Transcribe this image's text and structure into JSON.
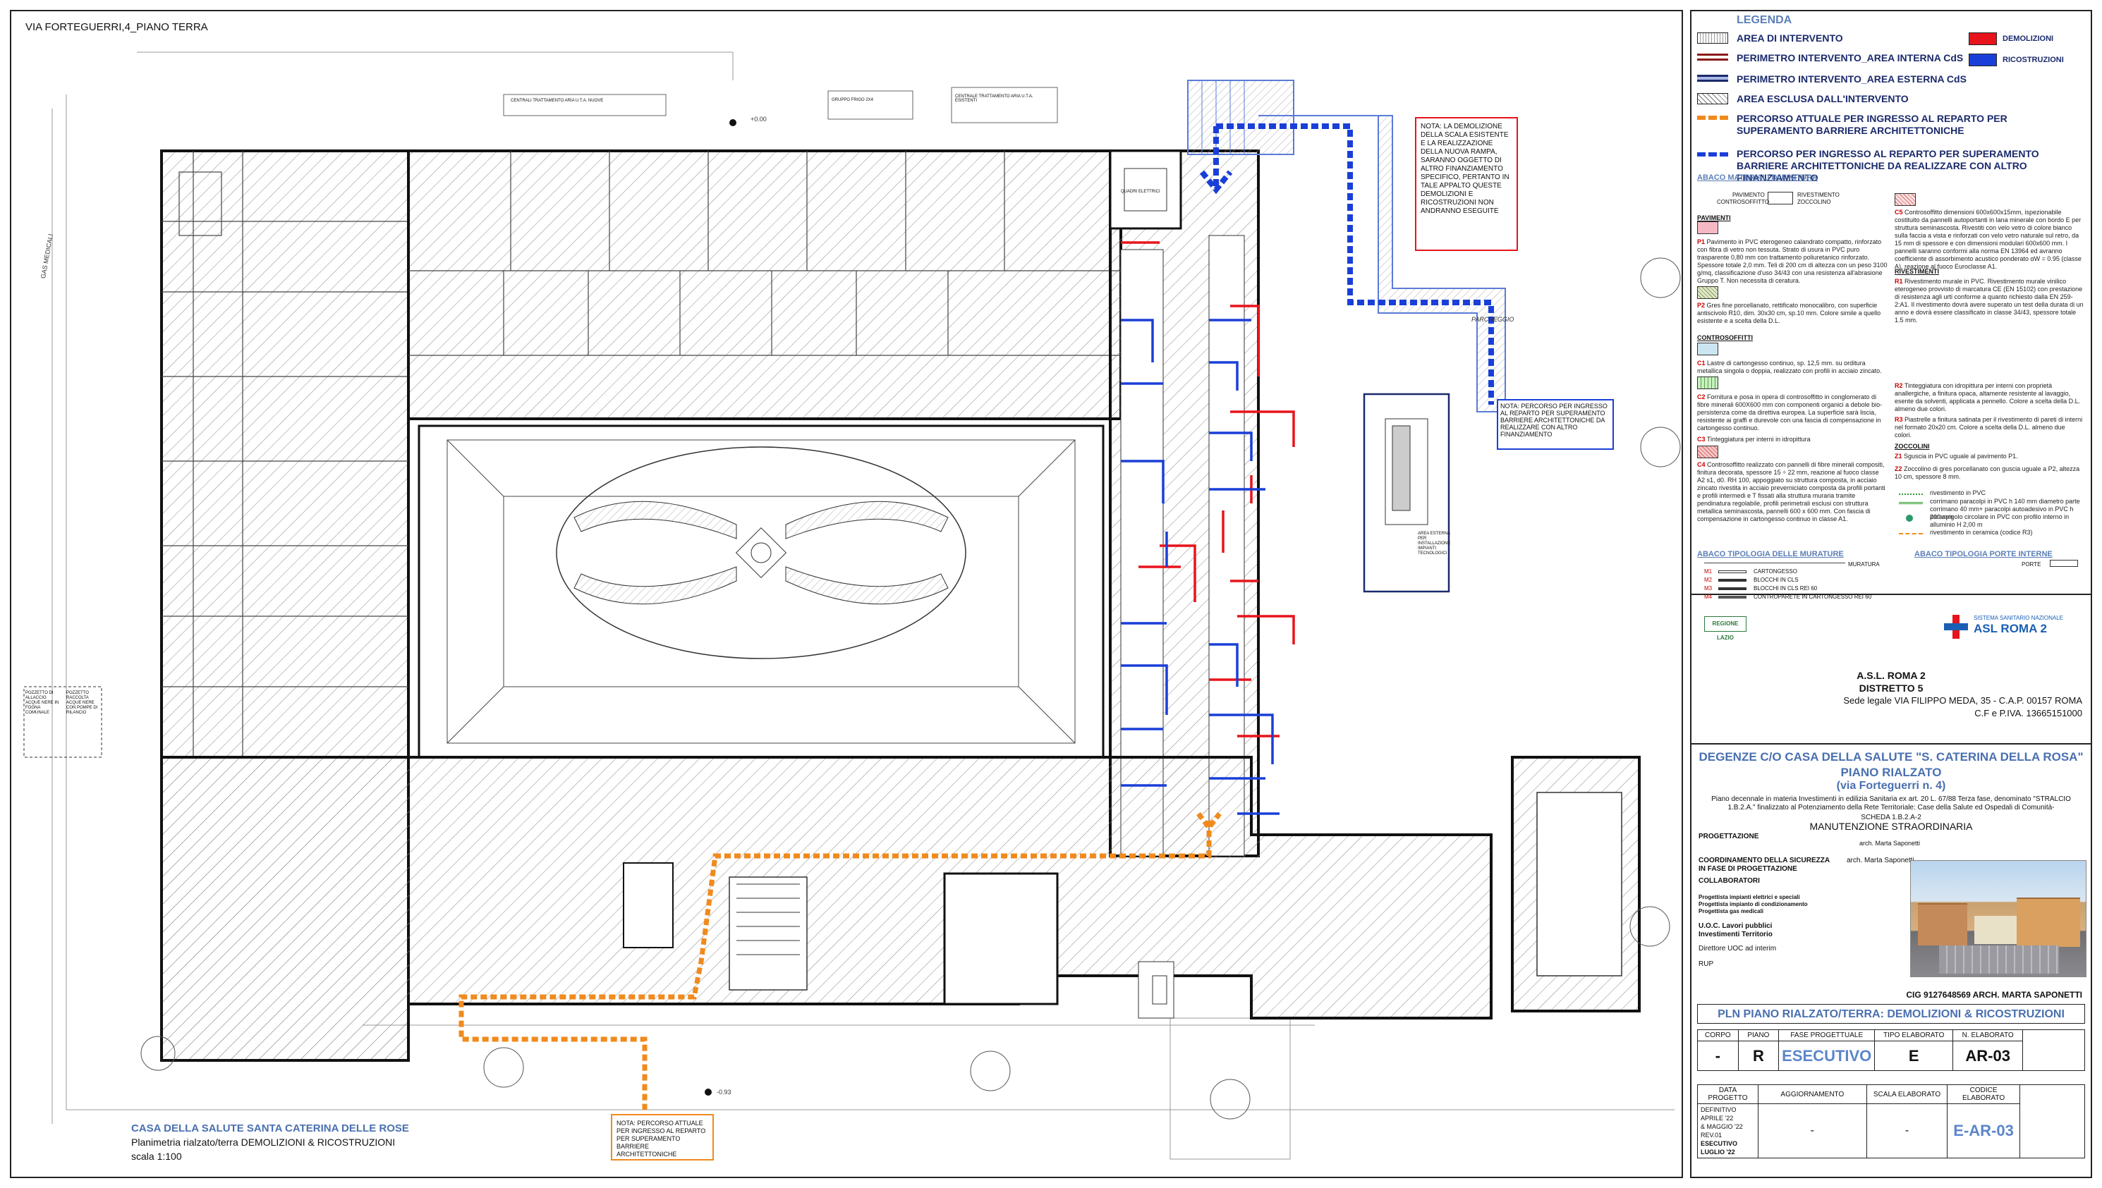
{
  "header": {
    "address_label": "VIA FORTEGUERRI,4_PIANO TERRA"
  },
  "plan": {
    "elevation_top": "+0.00",
    "elevation_bottom": "-0.93",
    "label_gas": "GAS MEDICALI",
    "label_parcheggio": "PARCHEGGIO",
    "label_area_tech": "AREA ESTERNA PER INSTALLAZIONE IMPIANTI TECNOLOGICI",
    "label_pozzetto_1": "POZZETTO DI ALLACCIO ACQUE NERE IN FOGNA COMUNALE",
    "label_pozzetto_2": "POZZETTO RACCOLTA ACQUE NERE CON POMPE DI RILANCIO",
    "label_centrali": "CENTRALI TRATTAMENTO ARIA U.T.A. NUOVE",
    "label_gruppo_frigo": "GRUPPO FRIGO 2X4",
    "label_centrale_aria": "CENTRALE TRATTAMENTO ARIA U.T.A. ESISTENTI",
    "label_quadri": "QUADRI ELETTRICI",
    "note_red": "NOTA: LA DEMOLIZIONE DELLA SCALA ESISTENTE E LA REALIZZAZIONE DELLA NUOVA RAMPA, SARANNO OGGETTO DI ALTRO FINANZIAMENTO SPECIFICO, PERTANTO IN TALE APPALTO QUESTE DEMOLIZIONI E RICOSTRUZIONI NON ANDRANNO ESEGUITE",
    "note_blue": "NOTA: PERCORSO PER INGRESSO AL REPARTO PER SUPERAMENTO BARRIERE ARCHITETTONICHE DA REALIZZARE CON ALTRO FINANZIAMENTO",
    "note_orange": "NOTA: PERCORSO ATTUALE PER INGRESSO AL REPARTO PER SUPERAMENTO BARRIERE ARCHITETTONICHE",
    "caption_title": "CASA DELLA SALUTE SANTA CATERINA DELLE ROSE",
    "caption_sub": "Planimetria rialzato/terra DEMOLIZIONI & RICOSTRUZIONI",
    "caption_scale": "scala 1:100"
  },
  "legend": {
    "title": "LEGENDA",
    "items": [
      {
        "label": "AREA DI INTERVENTO"
      },
      {
        "label": "PERIMETRO INTERVENTO_AREA INTERNA  CdS"
      },
      {
        "label": "PERIMETRO INTERVENTO_AREA ESTERNA CdS"
      },
      {
        "label": "AREA ESCLUSA DALL'INTERVENTO"
      },
      {
        "label": "PERCORSO ATTUALE PER INGRESSO AL REPARTO PER SUPERAMENTO BARRIERE ARCHITETTONICHE"
      },
      {
        "label": "PERCORSO PER INGRESSO AL REPARTO PER SUPERAMENTO BARRIERE ARCHITETTONICHE DA REALIZZARE CON ALTRO FINANZIAMENTO"
      }
    ],
    "demolizioni": "DEMOLIZIONI",
    "ricostruzioni": "RICOSTRUZIONI",
    "colors": {
      "red": "#e8141b",
      "blue": "#1a3fd8",
      "orange": "#f08a1c",
      "navy": "#1b2a6b"
    },
    "abaco_finitura": "ABACO MATERIALI DI FINITURA",
    "pavimento": "PAVIMENTO",
    "controsoffitto": "CONTROSOFFITTO",
    "rivestimento": "RIVESTIMENTO",
    "zoccolino": "ZOCCOLINO",
    "pavimenti_head": "PAVIMENTI",
    "p1_text": "Pavimento in PVC eterogeneo calandrato compatto, rinforzato con fibra di vetro non tessuta. Strato di usura in PVC puro trasparente 0,80 mm con trattamento poliuretanico rinforzato. Spessore totale 2,0 mm. Teli di 200 cm di altezza con un peso 3100 g/mq, classificazione d'uso 34/43 con una resistenza all'abrasione Gruppo T. Non necessita di ceratura.",
    "p2_text": "Gres fine porcellanato, rettificato monocalibro, con superficie antiscivolo R10, dim. 30x30 cm, sp.10 mm. Colore simile a quello esistente e a scelta della D.L.",
    "controsoffitti_head": "CONTROSOFFITTI",
    "c1_text": "Lastre di cartongesso continuo, sp. 12,5 mm. su orditura metallica singola o doppia, realizzato con profili in acciaio zincato.",
    "c2_text": "Fornitura e posa in opera di controsoffitto in conglomerato di fibre minerali 600X600 mm con componenti organici a debole bio-persistenza come da direttiva europea. La superficie sarà liscia, resistente ai graffi e durevole con una fascia di compensazione in cartongesso continuo.",
    "c3_text": "Tinteggiatura per interni in idropittura",
    "c4_text": "Controsoffitto realizzato con pannelli di fibre minerali compositi, finitura decorata, spessore 15 ÷ 22 mm, reazione al fuoco classe A2 s1, d0. RH 100, appoggiato su struttura composta, in acciaio zincato rivestita in acciaio preverniciato composta da profili portanti e profili intermedi e T fissati alla struttura muraria tramite pendinatura regolabile, profili perimetrali esclusi con struttura metallica seminascosta, pannelli 600 x 600 mm. Con fascia di compensazione in cartongesso continuo in classe A1.",
    "c5_text": "Controsoffitto dimensioni 600x600x15mm, ispezionabile costituito da pannelli autoportanti in lana minerale con bordo E per struttura seminascosta. Rivestiti con velo vetro di colore bianco sulla faccia a vista e rinforzati con velo vetro naturale sul retro, da 15 mm di spessore e con dimensioni modulari 600x600 mm. I pannelli saranno conformi alla norma EN 13964 ed avranno coefficiente di assorbimento acustico ponderato αW = 0.95 (classe A), reazione al fuoco Euroclasse A1.",
    "rivestimenti_head": "RIVESTIMENTI",
    "r1_text": "Rivestimento murale in PVC. Rivestimento murale vinilico eterogeneo provvisto di marcatura CE (EN 15102) con prestazione di resistenza agli urti conforme a quanto richiesto dalla EN 259-2:A1. Il rivestimento dovrà avere superato un test della durata di un anno e dovrà essere classificato in classe 34/43, spessore totale 1.5 mm.",
    "r2_text": "Tinteggiatura con idropittura per interni con proprietà anallergiche, a finitura opaca, altamente resistente al lavaggio, esente da solventi, applicata a pennello. Colore a scelta della D.L. almeno due colori.",
    "r3_text": "Piastrelle a finitura satinata per il rivestimento di pareti di interni nel formato 20x20 cm. Colore a scelta della D.L. almeno due colori.",
    "zoccolini_head": "ZOCCOLINI",
    "z1_text": "Sguscia in PVC uguale al pavimento P1.",
    "z2_text": "Zoccolino di gres porcellanato con guscia uguale a P2, altezza 10 cm, spessore 8 mm.",
    "line_pvc": "rivestimento in PVC",
    "line_corrimano": "corrimano paracolpi in PVC h 140 mm diametro parte corrimano 40 mm+ paracolpi autoadesivo in PVC h 200 mm",
    "line_paraspigoli": "paraspigolo circolare in PVC con profilo interno in alluminio H 2,00 m",
    "line_ceramica": "rivestimento in ceramica (codice R3)",
    "abaco_murature": "ABACO TIPOLOGIA DELLE MURATURE",
    "muratura": "MURATURA",
    "m_items": [
      {
        "code": "M1",
        "label": "CARTONGESSO"
      },
      {
        "code": "M2",
        "label": "BLOCCHI IN CLS"
      },
      {
        "code": "M3",
        "label": "BLOCCHI IN CLS REI 60"
      },
      {
        "code": "M4",
        "label": "CONTROPARETE IN CARTONGESSO REI 60"
      }
    ],
    "abaco_porte": "ABACO TIPOLOGIA PORTE INTERNE",
    "porte": "PORTE"
  },
  "title_block": {
    "regione": "REGIONE LAZIO",
    "ssn": "SISTEMA SANITARIO NAZIONALE",
    "asl_logo": "ASL ROMA 2",
    "asl": "A.S.L.  ROMA 2",
    "distretto": "DISTRETTO 5",
    "sede": "Sede legale VIA FILIPPO MEDA, 35 - C.A.P. 00157 ROMA",
    "cf": "C.F e P.IVA.  13665151000",
    "degenze": "DEGENZE C/O CASA DELLA SALUTE \"S. CATERINA DELLA ROSA\"",
    "piano": "PIANO RIALZATO",
    "via": "(via Forteguerri n. 4)",
    "piano_decennale": "Piano decennale in materia Investimenti in edilizia Sanitaria ex art. 20 L. 67/88 Terza fase, denominato \"STRALCIO 1.B.2.A.\" finalizzato al Potenziamento della Rete Territoriale: Case della Salute ed Ospedali di Comunità-",
    "scheda": "SCHEDA 1.B.2.A-2",
    "manutenzione": "MANUTENZIONE STRAORDINARIA",
    "progettazione": "PROGETTAZIONE",
    "progettista": "arch. Marta Saponetti",
    "coordinamento": "COORDINAMENTO DELLA SICUREZZA",
    "coordinamento_name": "arch.  Marta Saponetti",
    "fase": "IN FASE DI PROGETTAZIONE",
    "collaboratori": "COLLABORATORI",
    "coll_1": "Progettista impianti elettrici e speciali",
    "coll_2": "Progettista impianto di condizionamento",
    "coll_3": "Progettista gas medicali",
    "uoc": "U.O.C. Lavori pubblici",
    "investimenti": "Investimenti Territorio",
    "direttore": "Direttore UOC ad interim",
    "rup": "RUP",
    "cig": "CIG 9127648569 ARCH. MARTA SAPONETTI",
    "pln": "PLN PIANO RIALZATO/TERRA: DEMOLIZIONI & RICOSTRUZIONI",
    "headers": [
      "CORPO",
      "PIANO",
      "FASE PROGETTUALE",
      "TIPO ELABORATO",
      "N. ELABORATO"
    ],
    "values": [
      "-",
      "R",
      "ESECUTIVO",
      "E",
      "AR-03"
    ],
    "headers2": [
      "DATA  PROGETTO",
      "AGGIORNAMENTO",
      "SCALA ELABORATO",
      "CODICE ELABORATO"
    ],
    "data_1": "DEFINITIVO  APRILE '22",
    "data_2": "& MAGGIO '22 REV.01",
    "data_3": "ESECUTIVO LUGLIO '22",
    "aggiornamento": "-",
    "scala": "-",
    "codice": "E-AR-03"
  }
}
